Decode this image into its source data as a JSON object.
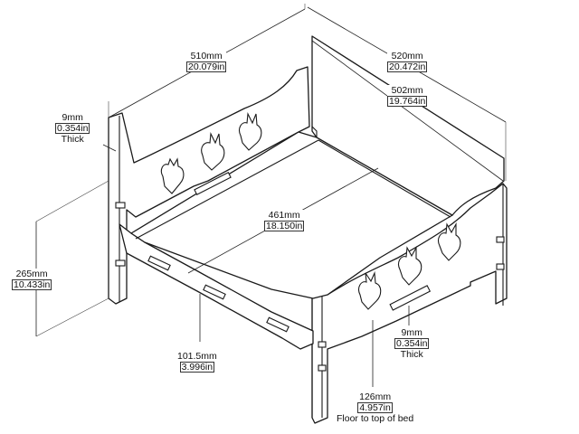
{
  "dimensions": {
    "overall_width": {
      "mm": "510mm",
      "in": "20.079in"
    },
    "overall_depth": {
      "mm": "520mm",
      "in": "20.472in"
    },
    "inner_depth": {
      "mm": "502mm",
      "in": "19.764in"
    },
    "panel_thickness_left": {
      "mm": "9mm",
      "in": "0.354in",
      "note": "Thick"
    },
    "inner_width": {
      "mm": "461mm",
      "in": "18.150in"
    },
    "height": {
      "mm": "265mm",
      "in": "10.433in"
    },
    "floor_clearance": {
      "mm": "101.5mm",
      "in": "3.996in"
    },
    "panel_thickness_right": {
      "mm": "9mm",
      "in": "0.354in",
      "note": "Thick"
    },
    "floor_to_top": {
      "mm": "126mm",
      "in": "4.957in",
      "note": "Floor to top of bed"
    }
  },
  "icons": [
    "rabbit-head-cutout"
  ]
}
